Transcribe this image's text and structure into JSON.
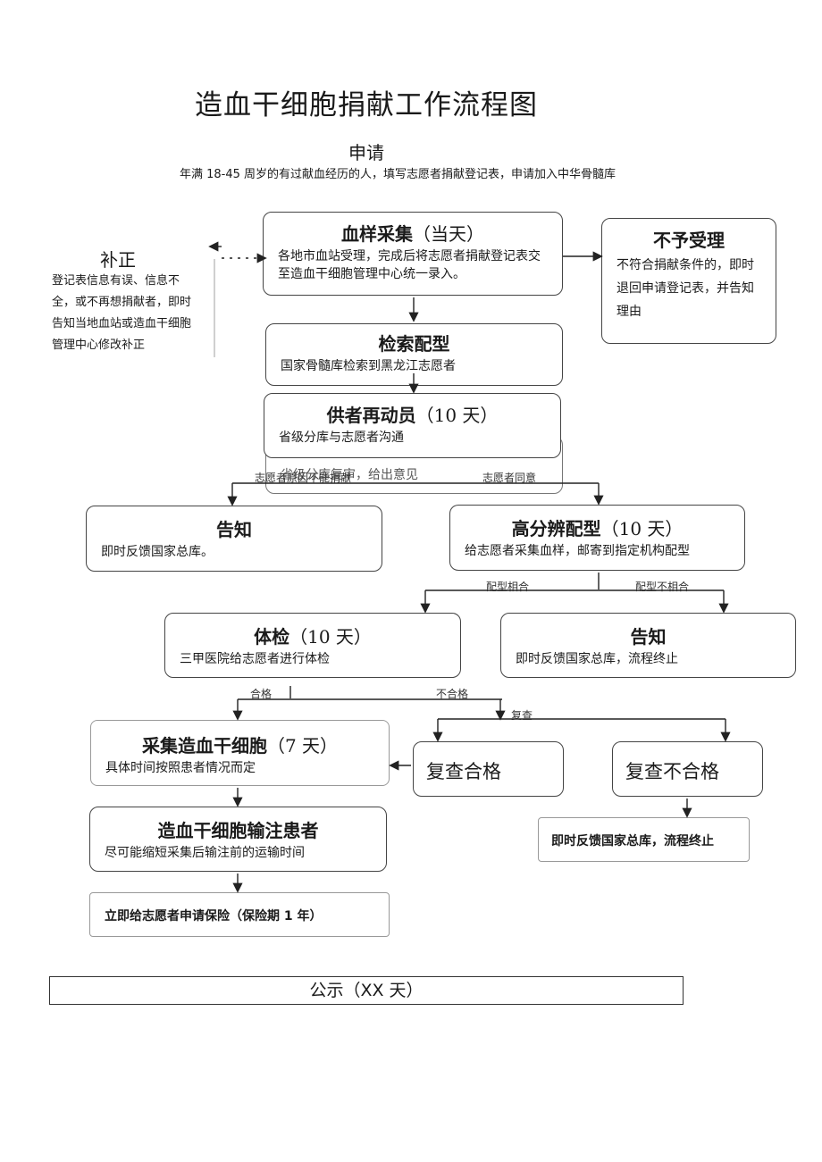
{
  "title": "造血干细胞捐献工作流程图",
  "apply": {
    "heading": "申请",
    "desc": "年满 18-45 周岁的有过献血经历的人，填写志愿者捐献登记表，申请加入中华骨髓库"
  },
  "correction": {
    "heading": "补正",
    "desc": "登记表信息有误、信息不全，或不再想捐献者，即时告知当地血站或造血干细胞管理中心修改补正"
  },
  "boxes": {
    "blood_sample": {
      "title": "血样采集",
      "days": "（当天）",
      "desc": "各地市血站受理，完成后将志愿者捐献登记表交至造血干细胞管理中心统一录入。"
    },
    "reject": {
      "title": "不予受理",
      "desc": "不符合捐献条件的，即时退回申请登记表，并告知理由"
    },
    "search": {
      "title": "检索配型",
      "desc": "国家骨髓库检索到黑龙江志愿者"
    },
    "mobilize": {
      "title": "供者再动员",
      "days": "（10 天）",
      "desc": "省级分库与志愿者沟通"
    },
    "review_hidden": {
      "desc": "省级分库复审，给出意见"
    },
    "notify1": {
      "title": "告知",
      "desc": "即时反馈国家总库。"
    },
    "hr_match": {
      "title": "高分辨配型",
      "days": "（10 天）",
      "desc": "给志愿者采集血样，邮寄到指定机构配型"
    },
    "exam": {
      "title": "体检",
      "days": "（10 天）",
      "desc": "三甲医院给志愿者进行体检"
    },
    "notify2": {
      "title": "告知",
      "desc": "即时反馈国家总库，流程终止"
    },
    "collect": {
      "title": "采集造血干细胞",
      "days": "（7 天）",
      "desc": "具体时间按照患者情况而定"
    },
    "recheck_ok": {
      "title": "复查合格"
    },
    "recheck_fail": {
      "title": "复查不合格"
    },
    "fail_notify": {
      "desc": "即时反馈国家总库，流程终止"
    },
    "infuse": {
      "title": "造血干细胞输注患者",
      "desc": "尽可能缩短采集后输注前的运输时间"
    },
    "insurance": {
      "desc": "立即给志愿者申请保险（保险期 1 年）"
    }
  },
  "labels": {
    "no_donate": "志愿者原因不能捐献",
    "agree": "志愿者同意",
    "match_ok": "配型相合",
    "match_fail": "配型不相合",
    "pass": "合格",
    "fail": "不合格",
    "recheck": "复查"
  },
  "publicity": "公示（XX 天）"
}
